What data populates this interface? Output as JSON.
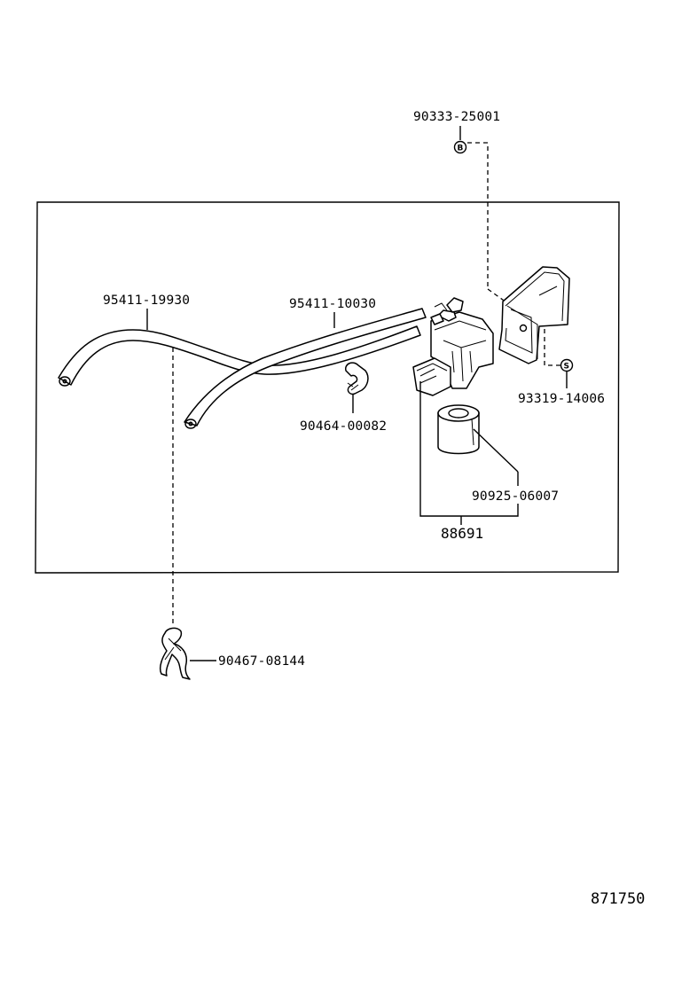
{
  "diagram": {
    "labels": {
      "bolt": "90333-25001",
      "hose_long": "95411-19930",
      "hose_short": "95411-10030",
      "clip_small": "90464-00082",
      "nut": "93319-14006",
      "filter": "90925-06007",
      "valve_assy": "88691",
      "clip_outside": "90467-08144"
    },
    "symbols": {
      "bolt_mark": "B",
      "nut_mark": "S"
    },
    "figure_ref": "871750"
  }
}
